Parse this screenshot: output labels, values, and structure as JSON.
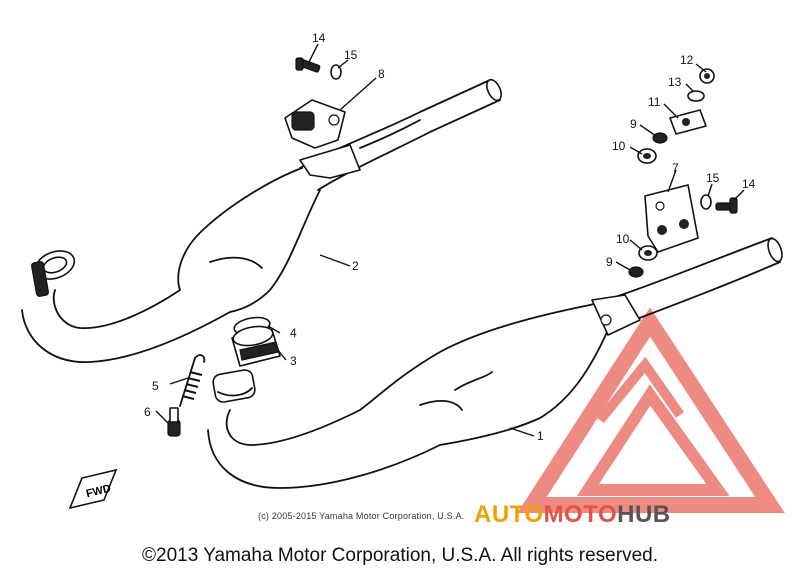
{
  "diagram": {
    "callouts": [
      {
        "id": "c14a",
        "text": "14"
      },
      {
        "id": "c15a",
        "text": "15"
      },
      {
        "id": "c8",
        "text": "8"
      },
      {
        "id": "c2",
        "text": "2"
      },
      {
        "id": "c4",
        "text": "4"
      },
      {
        "id": "c3",
        "text": "3"
      },
      {
        "id": "c5",
        "text": "5"
      },
      {
        "id": "c6",
        "text": "6"
      },
      {
        "id": "c1",
        "text": "1"
      },
      {
        "id": "c12",
        "text": "12"
      },
      {
        "id": "c13",
        "text": "13"
      },
      {
        "id": "c11",
        "text": "11"
      },
      {
        "id": "c9a",
        "text": "9"
      },
      {
        "id": "c10a",
        "text": "10"
      },
      {
        "id": "c7",
        "text": "7"
      },
      {
        "id": "c15b",
        "text": "15"
      },
      {
        "id": "c14b",
        "text": "14"
      },
      {
        "id": "c10b",
        "text": "10"
      },
      {
        "id": "c9b",
        "text": "9"
      }
    ],
    "fwd_label": "FWD",
    "inner_copyright": "(c) 2005-2015 Yamaha Motor Corporation, U.S.A."
  },
  "watermark": {
    "part1": "AUTO",
    "part2": "MOTO",
    "part3": "HUB",
    "colors": {
      "auto": "#f0a000",
      "moto": "#e0524a",
      "hub": "#555555",
      "triangle": "#e8655a"
    }
  },
  "footer": {
    "copyright": "©2013 Yamaha Motor Corporation, U.S.A. All rights reserved."
  }
}
